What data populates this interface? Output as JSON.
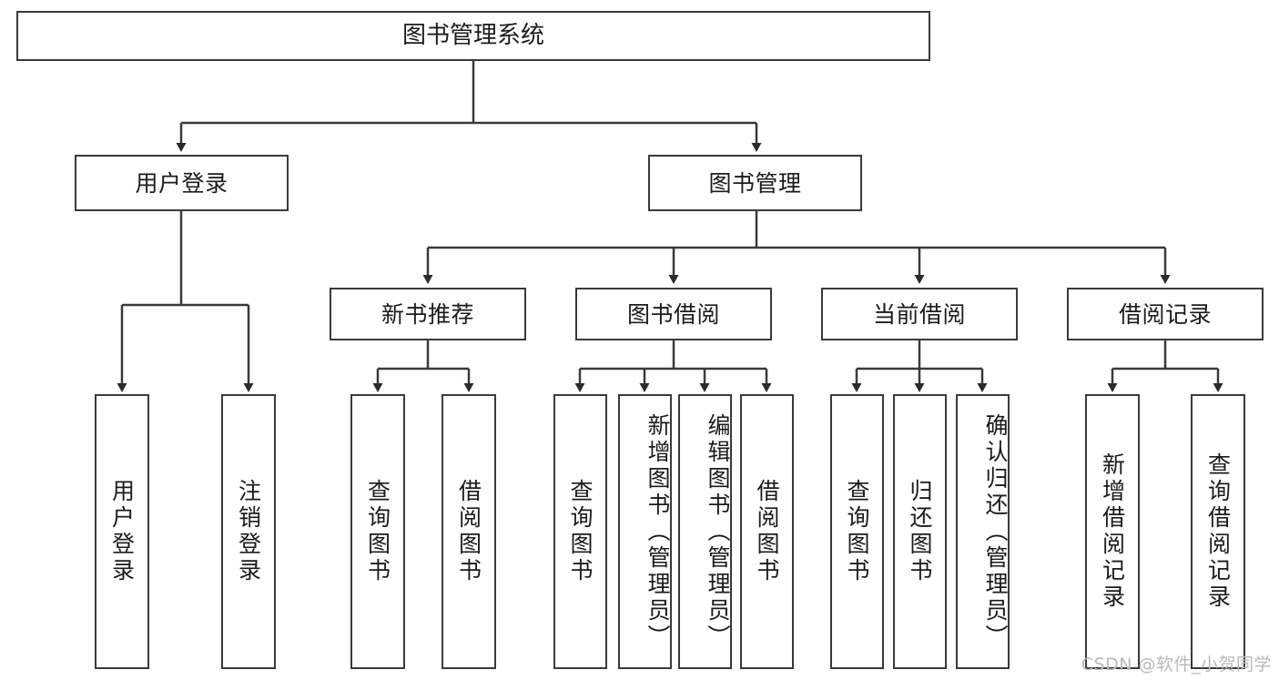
{
  "diagram": {
    "type": "tree-hierarchy-chart",
    "title": "图书管理系统",
    "colors": {
      "stroke": "#3a3a3a",
      "box_fill": "#ffffff",
      "text": "#1b1b1b",
      "watermark": "#b9b9b9",
      "background": "#ffffff"
    },
    "levels": {
      "level1": [
        {
          "label": "图书管理系统"
        }
      ],
      "level2": [
        {
          "label": "用户登录"
        },
        {
          "label": "图书管理"
        }
      ],
      "level3": [
        {
          "label": "新书推荐"
        },
        {
          "label": "图书借阅"
        },
        {
          "label": "当前借阅"
        },
        {
          "label": "借阅记录"
        }
      ],
      "level4": [
        {
          "label": "用户登录",
          "parent": "用户登录"
        },
        {
          "label": "注销登录",
          "parent": "用户登录"
        },
        {
          "label": "查询图书",
          "parent": "新书推荐"
        },
        {
          "label": "借阅图书",
          "parent": "新书推荐"
        },
        {
          "label": "查询图书",
          "parent": "图书借阅"
        },
        {
          "label": "新增图书（管理员）",
          "parent": "图书借阅"
        },
        {
          "label": "编辑图书（管理员）",
          "parent": "图书借阅"
        },
        {
          "label": "借阅图书",
          "parent": "图书借阅"
        },
        {
          "label": "查询图书",
          "parent": "当前借阅"
        },
        {
          "label": "归还图书",
          "parent": "当前借阅"
        },
        {
          "label": "确认归还（管理员）",
          "parent": "当前借阅"
        },
        {
          "label": "新增借阅记录",
          "parent": "借阅记录"
        },
        {
          "label": "查询借阅记录",
          "parent": "借阅记录"
        }
      ]
    }
  },
  "watermark": {
    "text": "CSDN @软件_小贺同学"
  }
}
